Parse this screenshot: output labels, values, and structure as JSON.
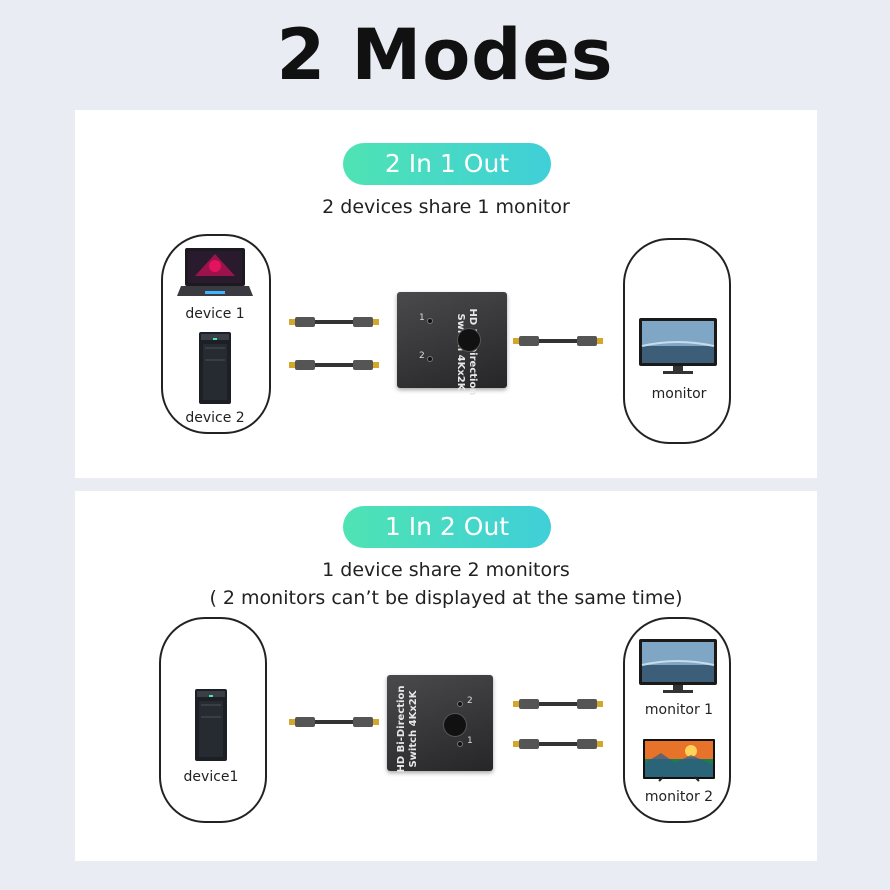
{
  "title": "2 Modes",
  "mode1": {
    "badge": "2 In 1 Out",
    "subtitle": "2 devices share 1 monitor",
    "device1_label": "device 1",
    "device2_label": "device 2",
    "monitor_label": "monitor",
    "switch_text_line1": "HD  Bi-Direction",
    "switch_text_line2": "Switch 4Kx2K",
    "port1": "1",
    "port2": "2"
  },
  "mode2": {
    "badge": "1 In 2 Out",
    "subtitle": "1 device share 2 monitors",
    "note": "( 2 monitors can’t be displayed at the same time)",
    "device_label": "device1",
    "monitor1_label": "monitor 1",
    "monitor2_label": "monitor 2",
    "switch_text_line1": "HD  Bi-Direction",
    "switch_text_line2": "Switch 4Kx2K",
    "port1": "1",
    "port2": "2"
  },
  "colors": {
    "badge_gradient_start": "#4fe3b3",
    "badge_gradient_end": "#3fcfd8",
    "background": "#e9edf3",
    "panel": "#ffffff"
  },
  "icons": [
    "laptop-icon",
    "pc-tower-icon",
    "monitor-icon",
    "hdmi-switch-icon",
    "hdmi-cable-icon"
  ]
}
